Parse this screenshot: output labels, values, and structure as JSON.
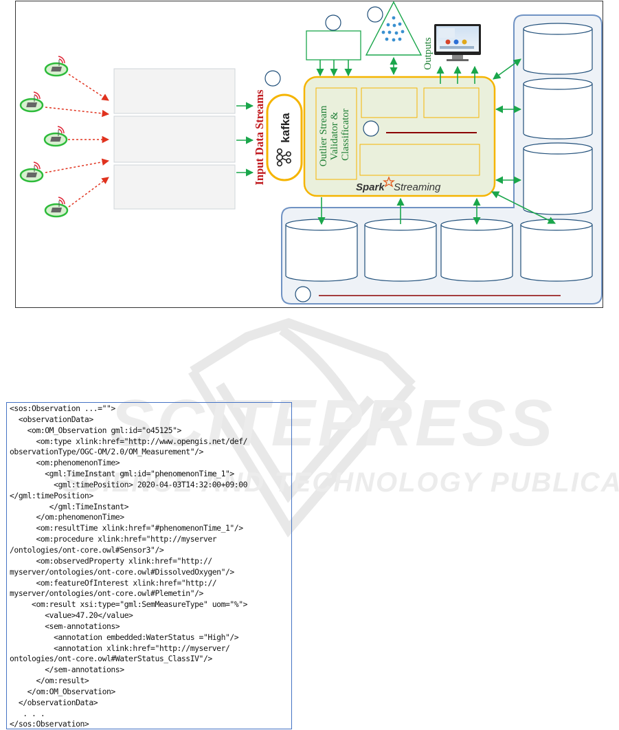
{
  "diagram": {
    "input_streams_label": "Input Data Streams",
    "kafka_label": "kafka",
    "outputs_label": "Outputs",
    "validator_label_lines": [
      "Outlier Stream",
      "Validator &",
      "Classificator"
    ],
    "spark_label": "Spark",
    "spark_streaming_label": "Streaming"
  },
  "colors": {
    "arrow_green": "#1aa64b",
    "sensor_red": "#e0321e",
    "kafka_orange": "#f5b400",
    "spark_fill": "#eaf0dc",
    "storage_panel": "#eef2f7",
    "storage_border": "#6f92c3",
    "title_red": "#c0191e",
    "underline": "#8b0000"
  },
  "code": {
    "lines": [
      "<sos:Observation ...=\"\">",
      "  <observationData>",
      "    <om:OM_Observation gml:id=\"o45125\">",
      "      <om:type xlink:href=\"http://www.opengis.net/def/",
      "observationType/OGC-OM/2.0/OM_Measurement\"/>",
      "      <om:phenomenonTime>",
      "        <gml:TimeInstant gml:id=\"phenomenonTime_1\">",
      "          <gml:timePosition> 2020-04-03T14:32:00+09:00",
      "</gml:timePosition>",
      "         </gml:TimeInstant>",
      "      </om:phenomenonTime>",
      "      <om:resultTime xlink:href=\"#phenomenonTime_1\"/>",
      "      <om:procedure xlink:href=\"http://myserver",
      "/ontologies/ont-core.owl#Sensor3\"/>",
      "      <om:observedProperty xlink:href=\"http://",
      "myserver/ontologies/ont-core.owl#DissolvedOxygen\"/>",
      "      <om:featureOfInterest xlink:href=\"http://",
      "myserver/ontologies/ont-core.owl#Plemetin\"/>",
      "     <om:result xsi:type=\"gml:SemMeasureType\" uom=\"%\">",
      "        <value>47.20</value>",
      "        <sem-annotations>",
      "          <annotation embedded:WaterStatus =\"High\"/>",
      "          <annotation xlink:href=\"http://myserver/",
      "ontologies/ont-core.owl#WaterStatus_ClassIV\"/>",
      "        </sem-annotations>",
      "      </om:result>",
      "    </om:OM_Observation>",
      "  </observationData>",
      "   . . .",
      "</sos:Observation>"
    ]
  }
}
